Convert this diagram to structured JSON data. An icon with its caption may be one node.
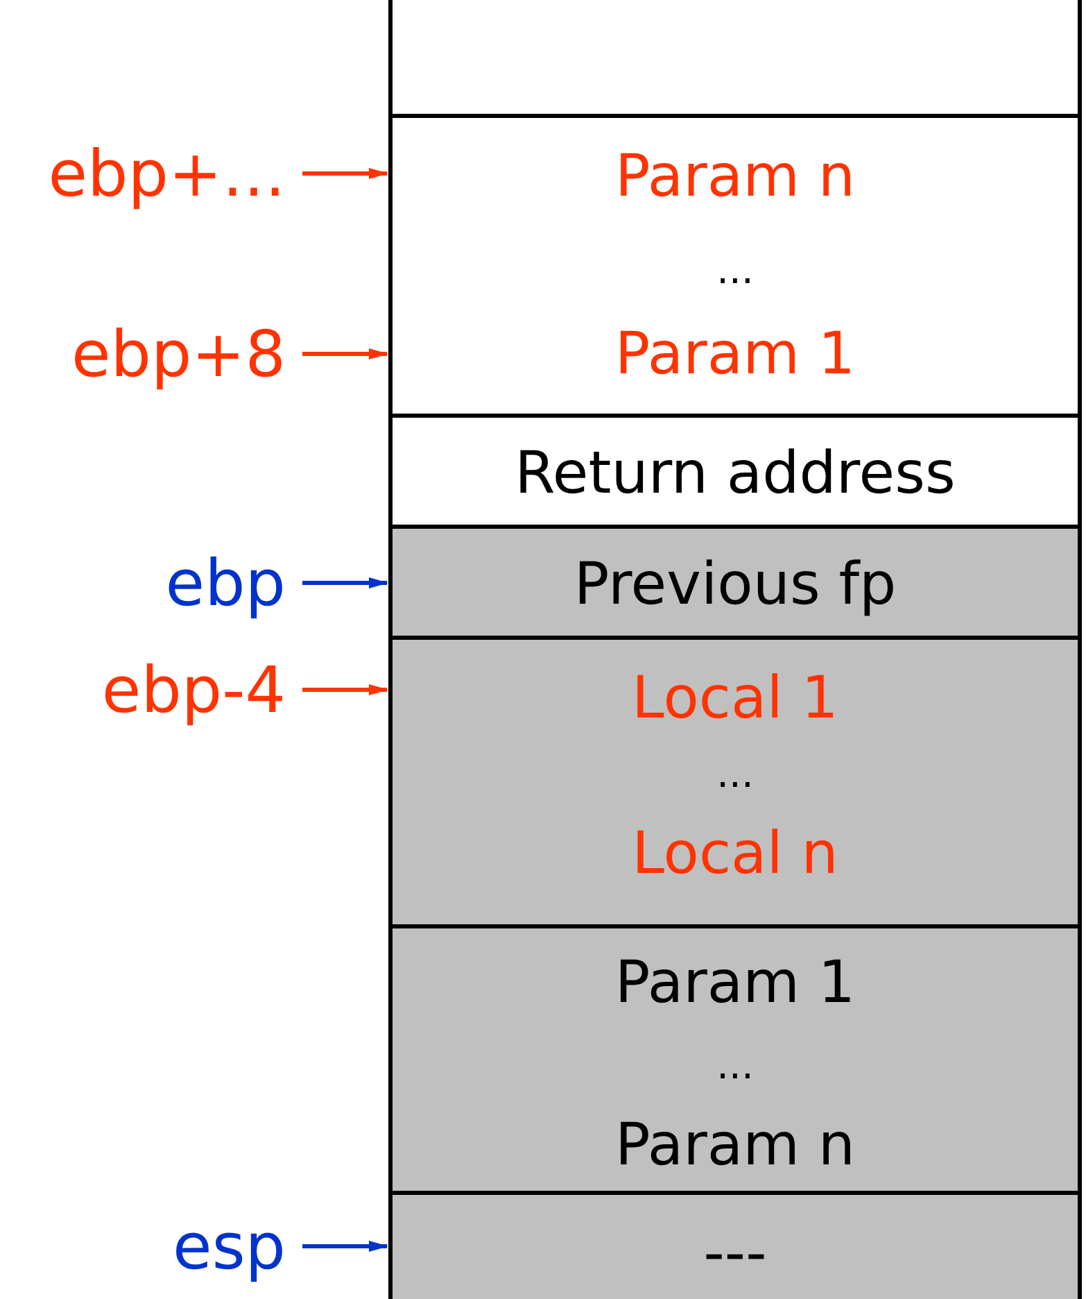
{
  "diagram": {
    "nodes": [
      {
        "text": [],
        "shape": "box"
      },
      {
        "text": [
          "ebp+…"
        ]
      },
      {
        "text": [
          "Param n",
          "...",
          "Param 1"
        ]
      },
      {
        "text": [
          "ebp+8"
        ]
      },
      {
        "text": [
          "Return address"
        ]
      },
      {
        "text": [
          "ebp"
        ]
      },
      {
        "text": [
          "Previous fp"
        ]
      },
      {
        "text": [
          "ebp-4"
        ]
      },
      {
        "text": [
          "Local 1",
          "...",
          "Local n"
        ]
      },
      {
        "text": [
          "Param 1",
          "...",
          "Param n"
        ]
      },
      {
        "text": [
          "esp"
        ]
      },
      {
        "text": [
          "---"
        ]
      }
    ],
    "edges": [
      {
        "from": 1,
        "to": 2,
        "arrow": "to"
      },
      {
        "from": 3,
        "to": 2,
        "arrow": "to"
      },
      {
        "from": 5,
        "to": 6,
        "arrow": "to",
        "color": "#0033cc"
      },
      {
        "from": 7,
        "to": 8,
        "arrow": "to"
      },
      {
        "from": 10,
        "to": 11,
        "arrow": "to",
        "color": "#0033cc"
      }
    ]
  }
}
